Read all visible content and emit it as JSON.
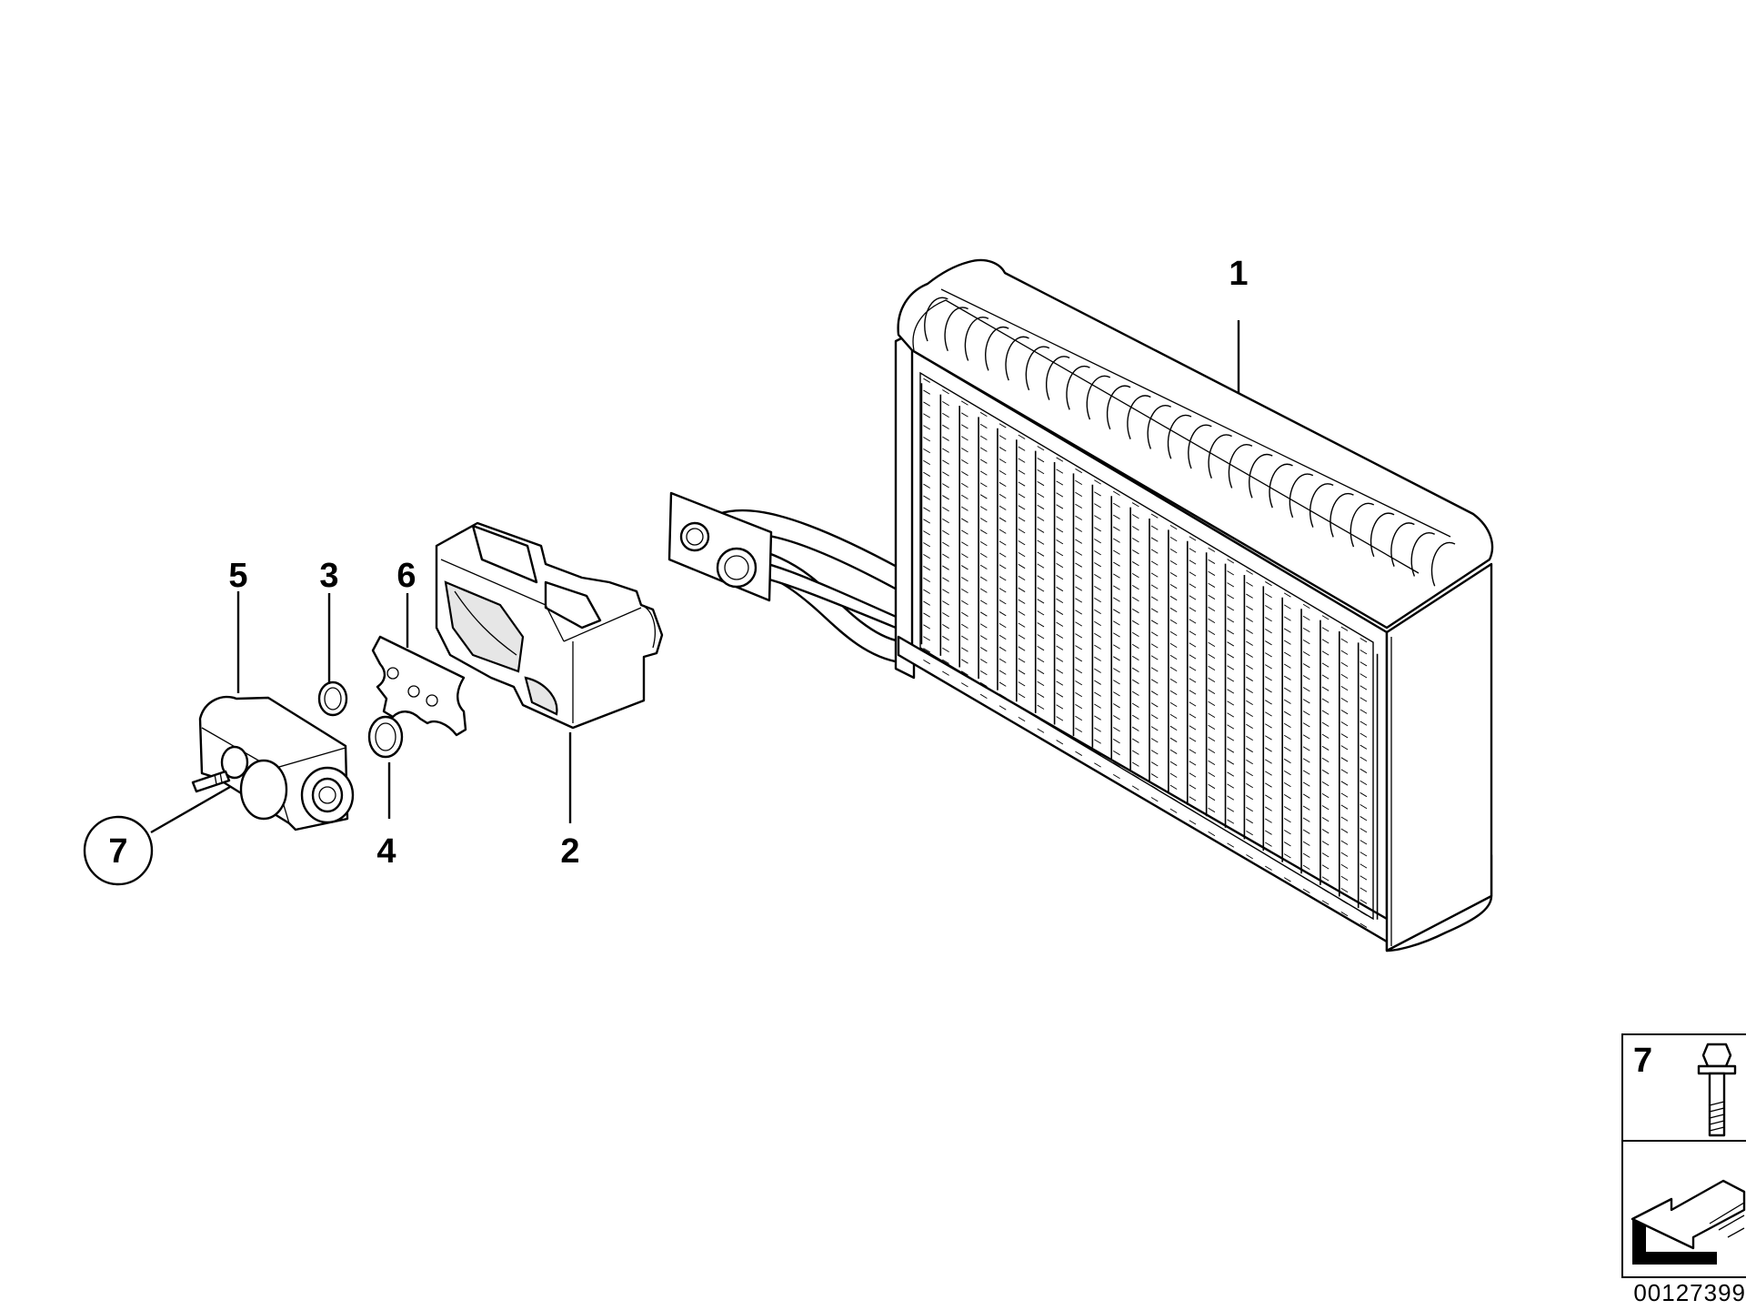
{
  "callouts": {
    "c1": "1",
    "c2": "2",
    "c3": "3",
    "c4": "4",
    "c5": "5",
    "c6": "6",
    "c7": "7"
  },
  "legend_box": {
    "number": "7"
  },
  "reference_number": "00127399"
}
